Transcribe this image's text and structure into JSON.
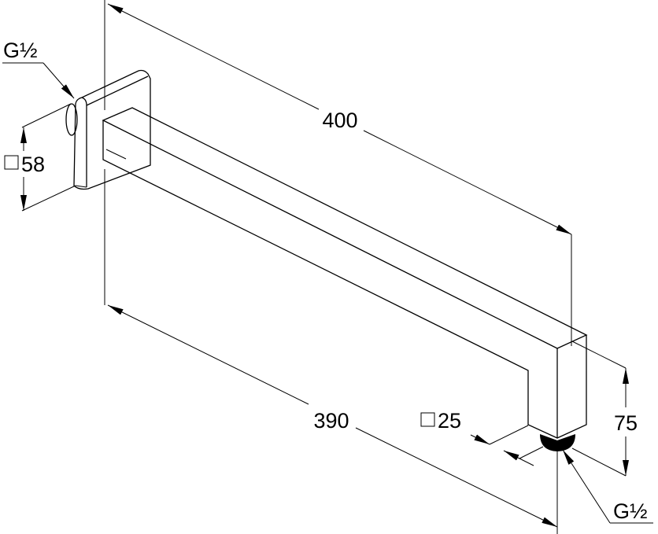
{
  "labels": {
    "thread_inlet": "G½",
    "flange_size": "58",
    "arm_length": "400",
    "projection": "390",
    "arm_section": "25",
    "drop_height": "75",
    "thread_outlet": "G½"
  },
  "colors": {
    "line": "#000000",
    "background": "#ffffff"
  }
}
